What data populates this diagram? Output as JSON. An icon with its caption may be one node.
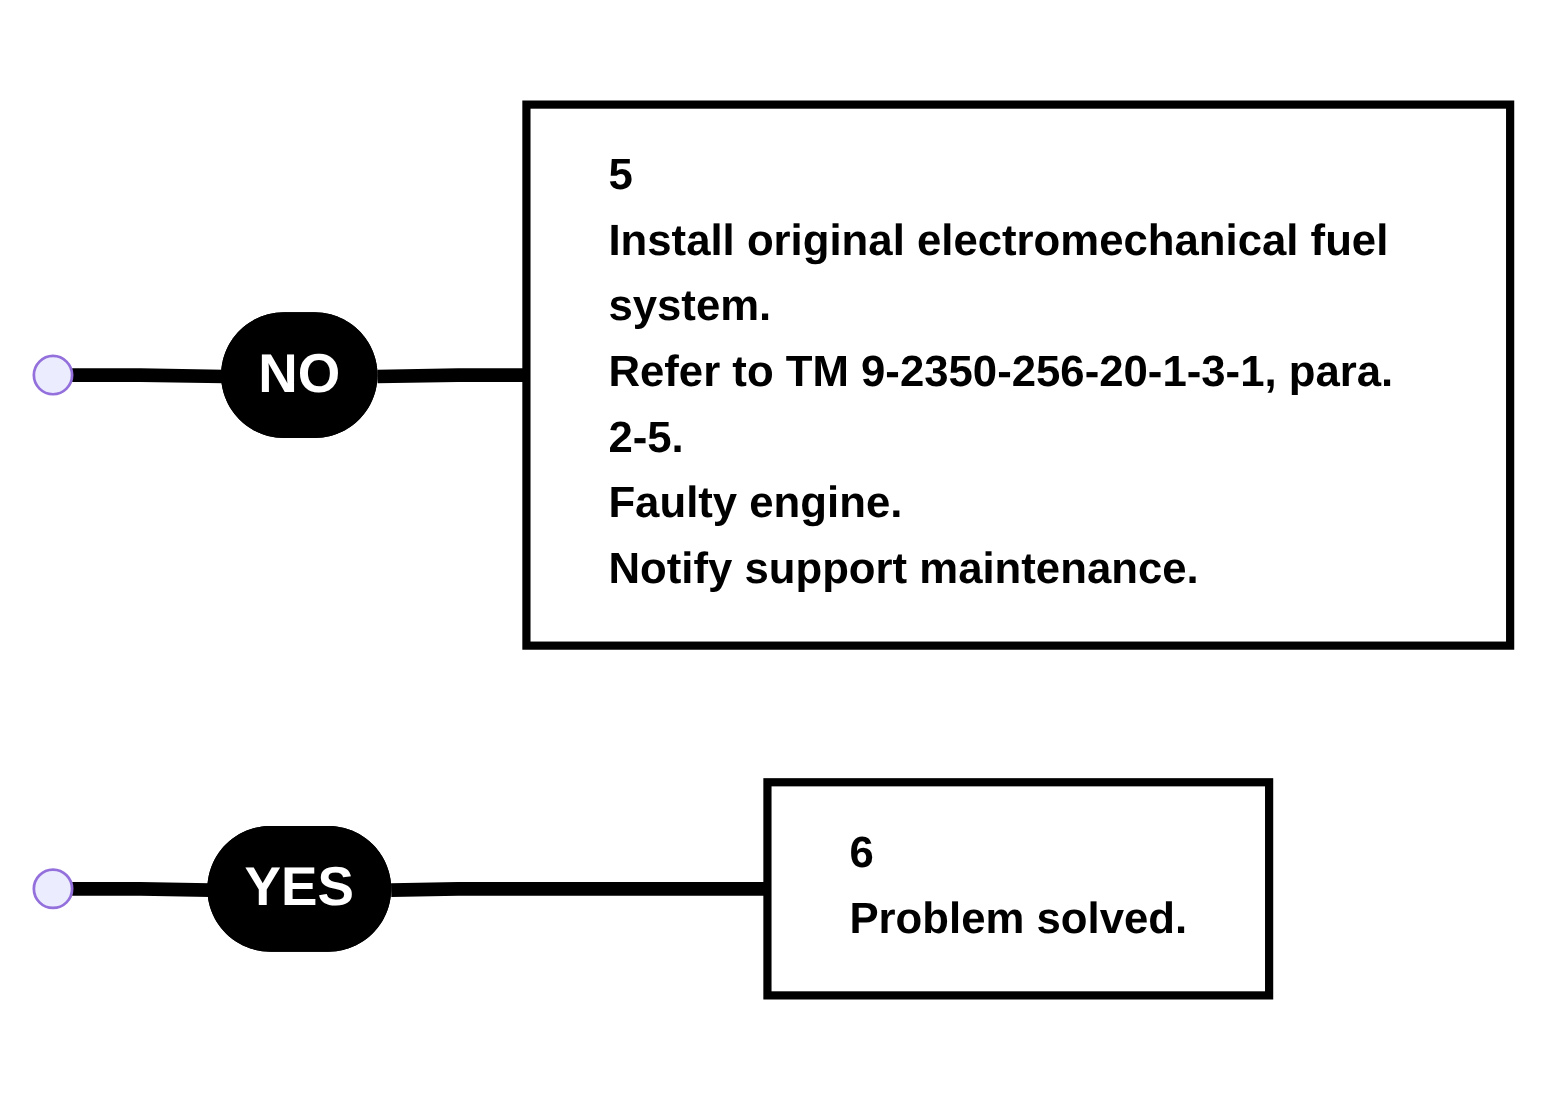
{
  "diagram": {
    "nodes": [
      {
        "text": [
          "NO"
        ]
      },
      {
        "text": [
          "5",
          "Install original electromechanical fuel system.",
          "Refer to TM 9-2350-256-20-1-3-1, para. 2-5.",
          "Faulty engine.",
          "Notify support maintenance."
        ]
      },
      {
        "text": [
          "YES"
        ]
      },
      {
        "text": [
          "6",
          "Problem solved."
        ]
      }
    ],
    "edges": [
      {
        "from": null,
        "to": 0,
        "arrow": "none"
      },
      {
        "from": null,
        "to": 2,
        "arrow": "none"
      },
      {
        "from": 0,
        "to": 1,
        "arrow": "none"
      },
      {
        "from": 2,
        "to": 3,
        "arrow": "none"
      }
    ]
  }
}
